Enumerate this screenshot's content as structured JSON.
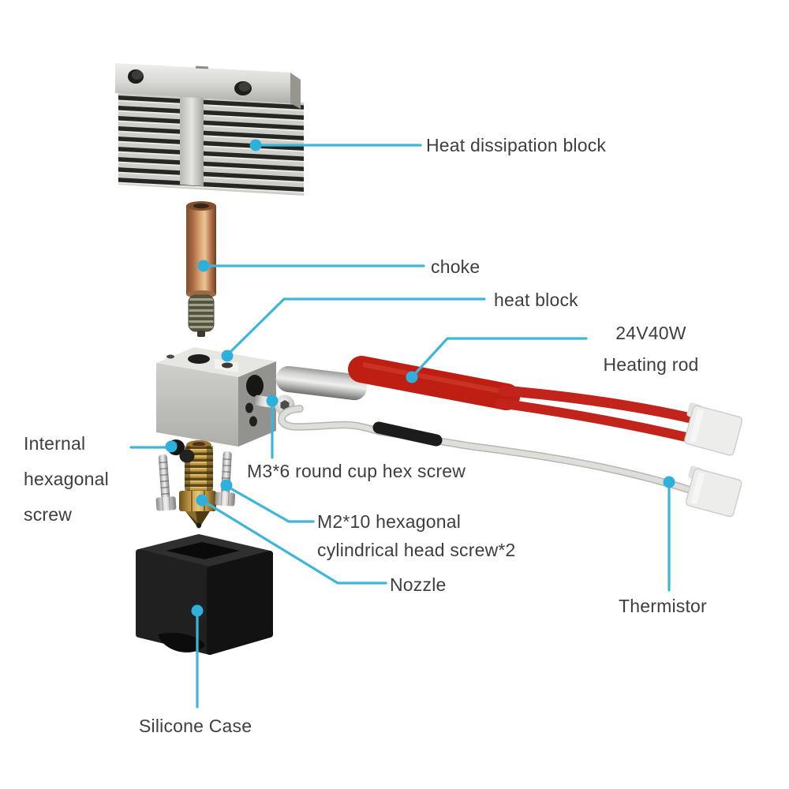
{
  "diagram": {
    "title_context": "3D printer hotend exploded parts diagram",
    "labels": {
      "heat_dissipation_block": "Heat dissipation block",
      "choke": "choke",
      "heat_block": "heat block",
      "heating_rod": "24V40W\nHeating rod",
      "internal_hex_screw": "Internal\nhexagonal\nscrew",
      "m3_screw": "M3*6 round cup hex screw",
      "m2_screw": "M2*10 hexagonal\ncylindrical head screw*2",
      "nozzle": "Nozzle",
      "thermistor": "Thermistor",
      "silicone_case": "Silicone Case"
    },
    "colors": {
      "background": "#ffffff",
      "leader_line": "#3fb6d9",
      "leader_dot": "#2eb0dc",
      "label_text": "#3e3e3e",
      "copper": "#c98f62",
      "brass": "#b08d3c",
      "heater_cable_red": "#c2231a",
      "silicone_black": "#1c1c1c",
      "metal_silver": "#c6c6c4",
      "connector_white": "#ededeb"
    }
  }
}
